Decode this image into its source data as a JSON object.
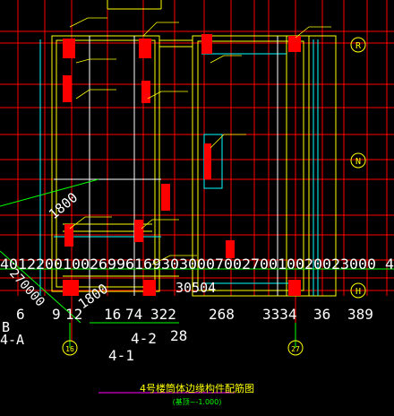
{
  "drawing": {
    "title": "4号楼筒体边缘构件配筋图",
    "subtitle": "(基顶~-1.000)"
  },
  "axis_bubbles": {
    "right": [
      "R",
      "N",
      "H"
    ],
    "bottom": [
      "16",
      "27"
    ]
  },
  "dimension_labels": {
    "top_row": "401220010026996169303000700270010020023000 4",
    "big_center": "30504",
    "sub_row": [
      "6",
      "9",
      "12",
      "16",
      "74",
      "322",
      "268",
      "3334",
      "36",
      "389"
    ],
    "group_labels": [
      "4-2",
      "28",
      "4-1"
    ],
    "left_labels": [
      "B",
      "4-A"
    ],
    "diag_1800_upper": "1800",
    "diag_1800_lower": "1800",
    "diag_left": "270000"
  },
  "colors": {
    "background": "#000000",
    "red": "#ff0000",
    "yellow": "#ffff00",
    "cyan": "#00ffff",
    "green": "#00ff00",
    "white": "#ffffff",
    "magenta": "#ff00ff"
  }
}
